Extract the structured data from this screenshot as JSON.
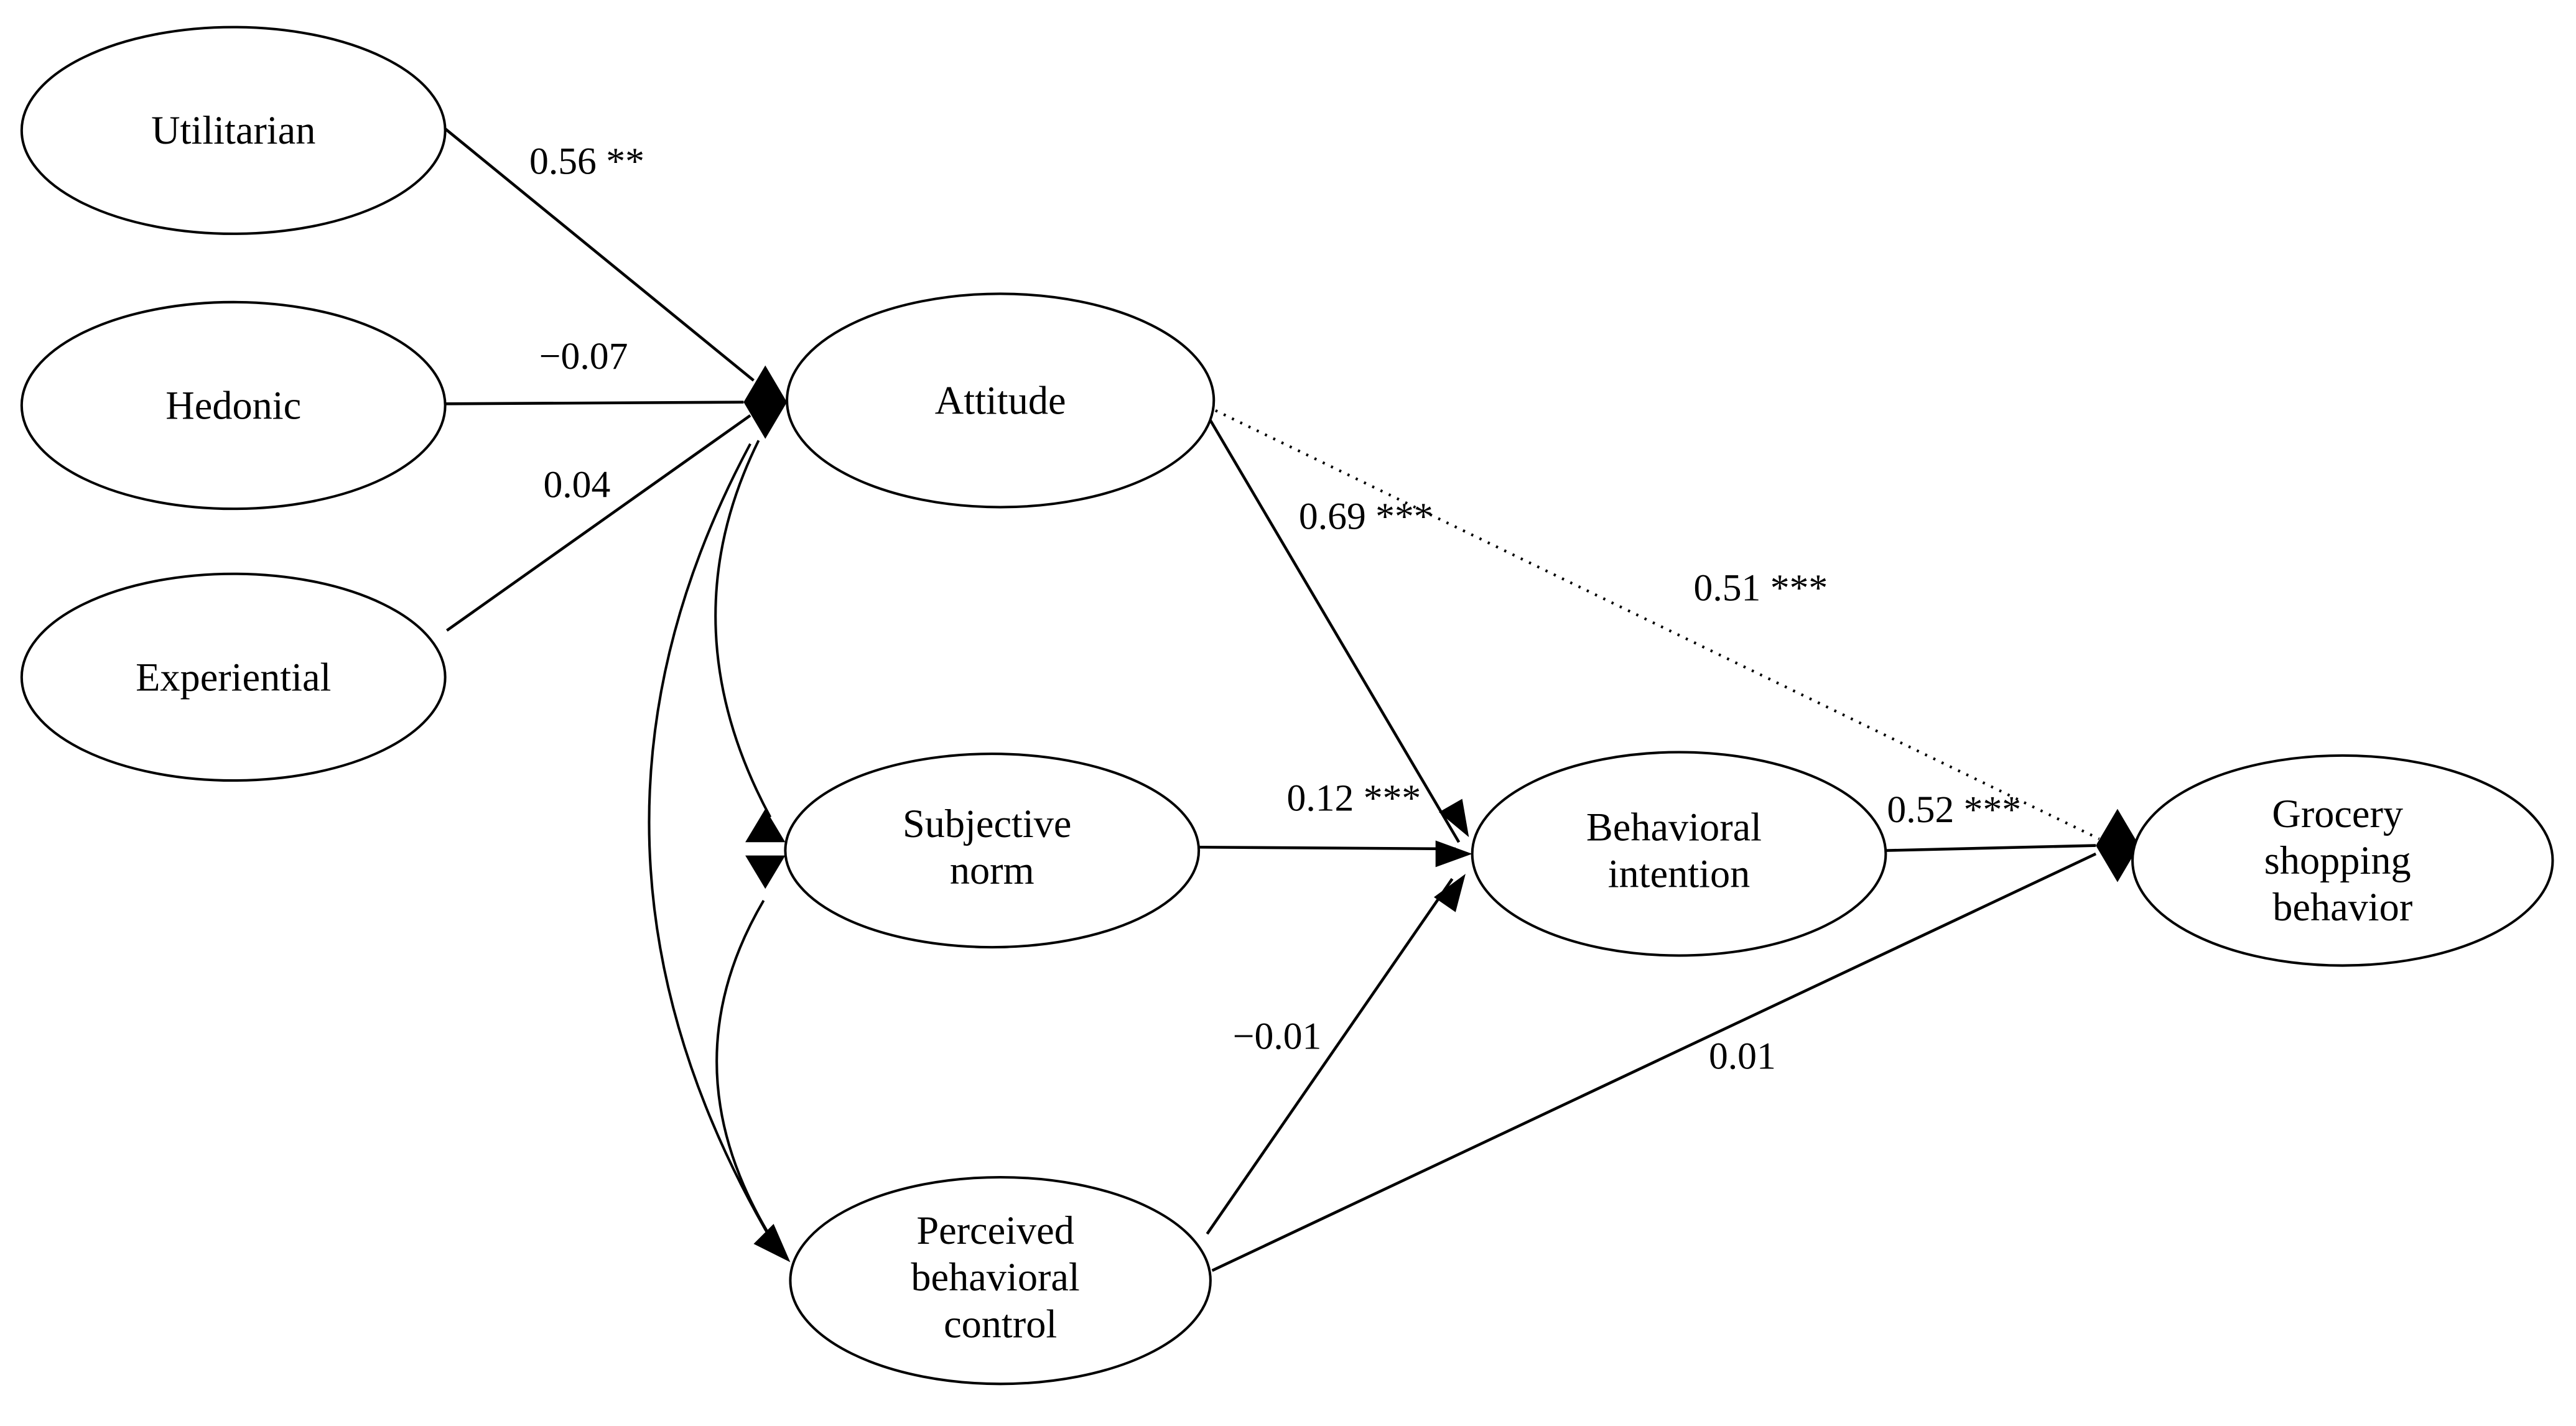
{
  "nodes": {
    "utilitarian": {
      "label": "Utilitarian"
    },
    "hedonic": {
      "label": "Hedonic"
    },
    "experiential": {
      "label": "Experiential"
    },
    "attitude": {
      "label": "Attitude"
    },
    "subjective_norm": {
      "line1": "Subjective",
      "line2": "norm"
    },
    "perceived_behavioral_control": {
      "line1": "Perceived",
      "line2": "behavioral",
      "line3": "control"
    },
    "behavioral_intention": {
      "line1": "Behavioral",
      "line2": "intention"
    },
    "grocery_shopping_behavior": {
      "line1": "Grocery",
      "line2": "shopping",
      "line3": "behavior"
    }
  },
  "edges": {
    "utilitarian_to_attitude": {
      "coefficient": "0.56 **",
      "style": "solid"
    },
    "hedonic_to_attitude": {
      "coefficient": "−0.07",
      "style": "solid"
    },
    "experiential_to_attitude": {
      "coefficient": "0.04",
      "style": "solid"
    },
    "attitude_to_behavioral_intention": {
      "coefficient": "0.69 ***",
      "style": "solid"
    },
    "attitude_to_grocery_shopping_behavior": {
      "coefficient": "0.51 ***",
      "style": "dotted"
    },
    "subjective_norm_to_behavioral_intention": {
      "coefficient": "0.12 ***",
      "style": "solid"
    },
    "perceived_behavioral_control_to_behavioral_intention": {
      "coefficient": "−0.01",
      "style": "solid"
    },
    "perceived_behavioral_control_to_grocery_shopping_behavior": {
      "coefficient": "0.01",
      "style": "solid"
    },
    "behavioral_intention_to_grocery_shopping_behavior": {
      "coefficient": "0.52 ***",
      "style": "solid"
    }
  },
  "covariances": [
    {
      "between": [
        "Attitude",
        "Subjective norm"
      ],
      "label": ""
    },
    {
      "between": [
        "Attitude",
        "Perceived behavioral control"
      ],
      "label": ""
    },
    {
      "between": [
        "Subjective norm",
        "Perceived behavioral control"
      ],
      "label": ""
    }
  ],
  "colors": {
    "stroke": "#000000",
    "node_fill": "#ffffff",
    "text": "#000000",
    "background": "#ffffff"
  }
}
